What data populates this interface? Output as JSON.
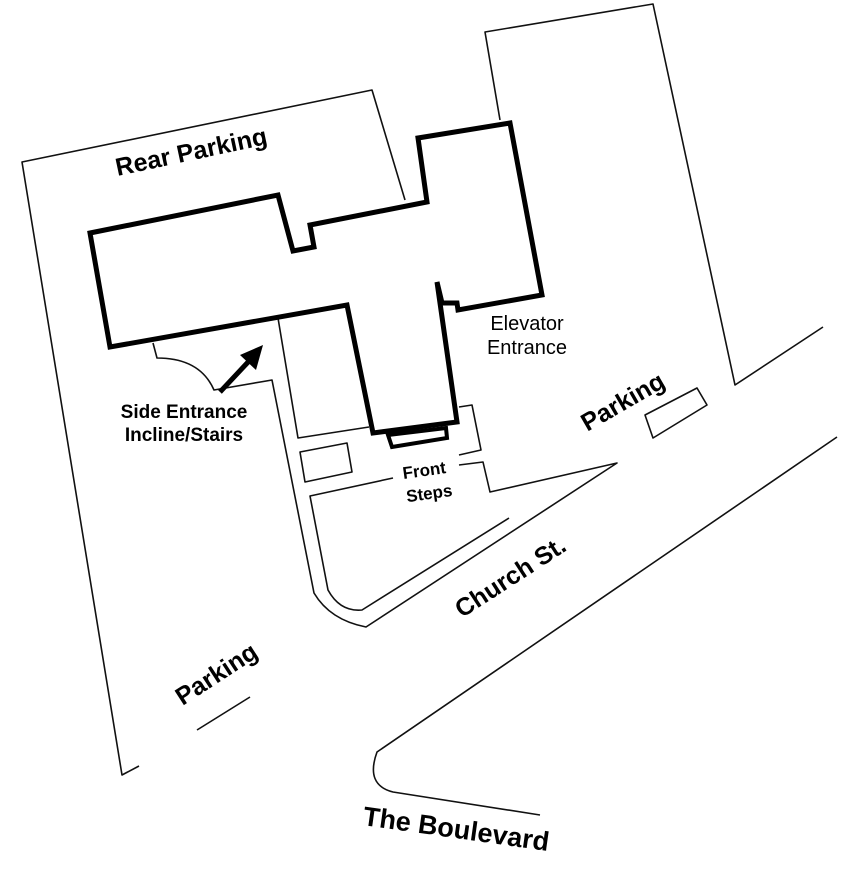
{
  "map": {
    "labels": {
      "rear_parking": "Rear Parking",
      "elevator_line1": "Elevator",
      "elevator_line2": "Entrance",
      "side_line1": "Side Entrance",
      "side_line2": "Incline/Stairs",
      "front_line1": "Front",
      "front_line2": "Steps",
      "parking_right": "Parking",
      "church_st": "Church St.",
      "parking_left": "Parking",
      "boulevard": "The Boulevard"
    },
    "colors": {
      "ink": "#000000",
      "background": "#ffffff"
    }
  }
}
